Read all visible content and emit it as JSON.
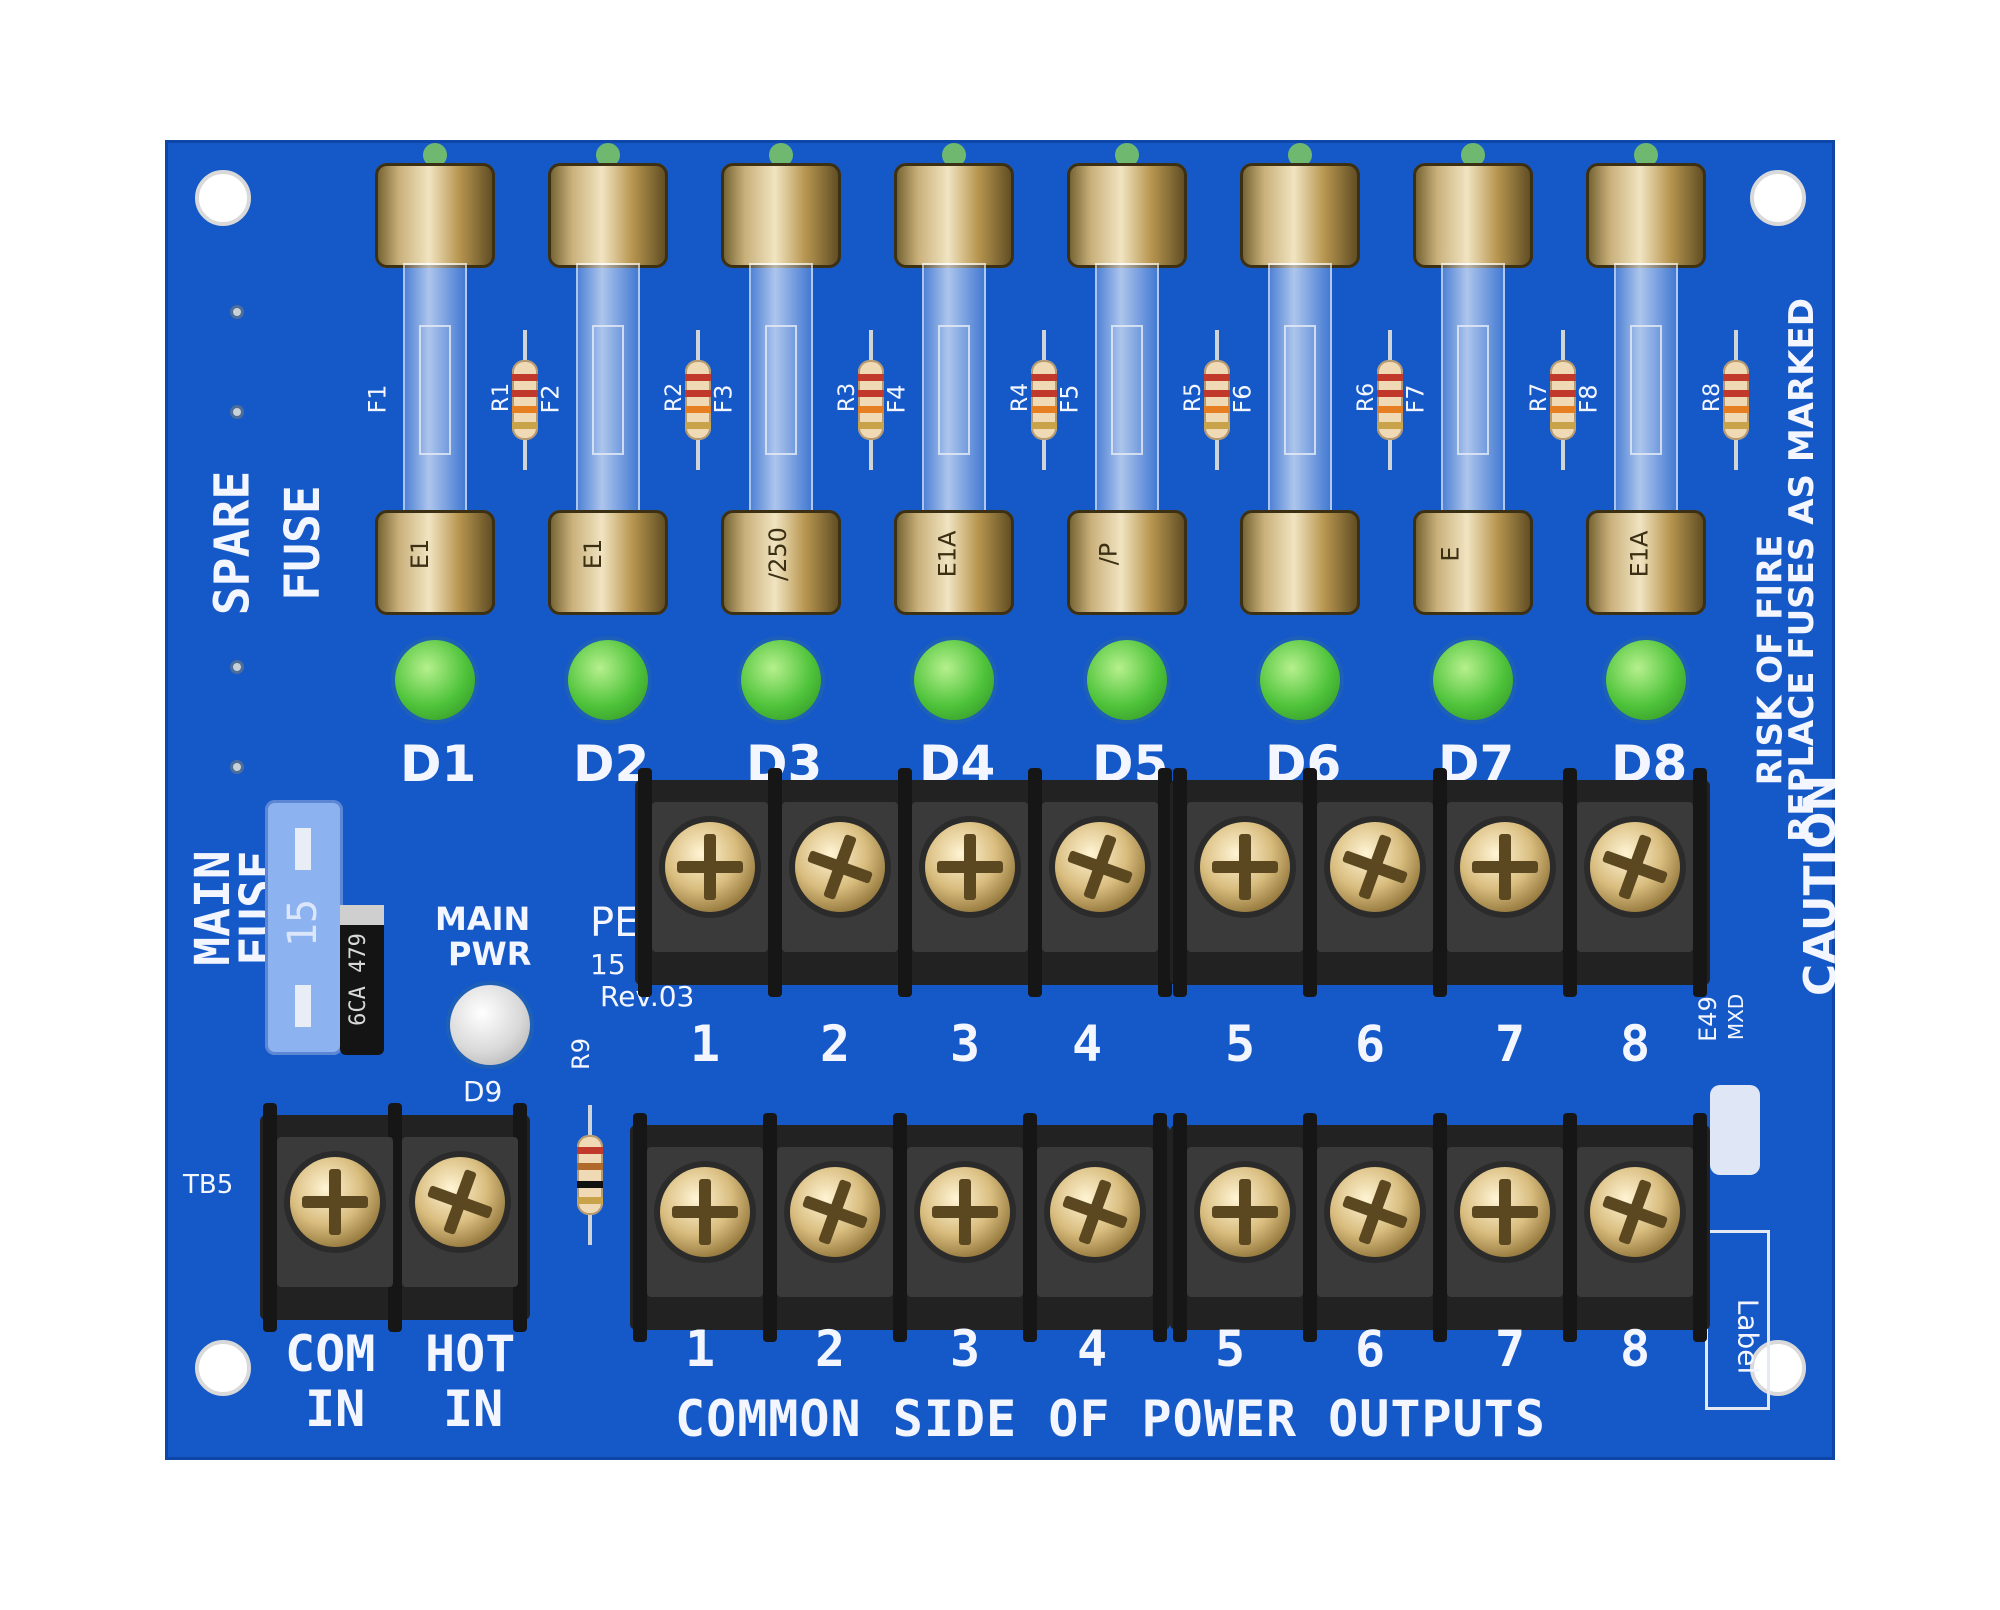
{
  "board": {
    "spare_fuse_label": [
      "SPARE",
      "FUSE"
    ],
    "main_fuse_label": [
      "MAIN",
      "FUSE"
    ],
    "main_fuse_rating": "15",
    "diode_marking": "6CA 479",
    "main_pwr_label": [
      "MAIN",
      "PWR"
    ],
    "d9_label": "D9",
    "r9_label": "R9",
    "tb5_label": "TB5",
    "part_label": [
      "PE",
      "15",
      "Rev.03"
    ],
    "caution_label": "CAUTION",
    "caution_lines": [
      "RISK OF FIRE",
      "REPLACE FUSES AS MARKED"
    ],
    "ul_marking": [
      "E49",
      "MXD"
    ],
    "input_labels": [
      {
        "line1": "COM",
        "line2": "IN"
      },
      {
        "line1": "HOT",
        "line2": "IN"
      }
    ],
    "common_side_label": "COMMON SIDE OF POWER OUTPUTS",
    "side_label": "Label"
  },
  "channels": [
    {
      "fuse": "F1",
      "resistor": "R1",
      "led": "D1",
      "top_num": "1",
      "bottom_num": "1",
      "cap_marking": "E1"
    },
    {
      "fuse": "F2",
      "resistor": "R2",
      "led": "D2",
      "top_num": "2",
      "bottom_num": "2",
      "cap_marking": "E1"
    },
    {
      "fuse": "F3",
      "resistor": "R3",
      "led": "D3",
      "top_num": "3",
      "bottom_num": "3",
      "cap_marking": "/250"
    },
    {
      "fuse": "F4",
      "resistor": "R4",
      "led": "D4",
      "top_num": "4",
      "bottom_num": "4",
      "cap_marking": "E1A"
    },
    {
      "fuse": "F5",
      "resistor": "R5",
      "led": "D5",
      "top_num": "5",
      "bottom_num": "5",
      "cap_marking": "/P"
    },
    {
      "fuse": "F6",
      "resistor": "R6",
      "led": "D6",
      "top_num": "6",
      "bottom_num": "6",
      "cap_marking": ""
    },
    {
      "fuse": "F7",
      "resistor": "R7",
      "led": "D7",
      "top_num": "7",
      "bottom_num": "7",
      "cap_marking": "E"
    },
    {
      "fuse": "F8",
      "resistor": "R8",
      "led": "D8",
      "top_num": "8",
      "bottom_num": "8",
      "cap_marking": "E1A"
    }
  ],
  "colors": {
    "pcb": "#1559c8",
    "silkscreen": "#f4f6ff",
    "led_green": "#4ec33a",
    "terminal_black": "#222222",
    "brass": "#d9bd7f"
  }
}
